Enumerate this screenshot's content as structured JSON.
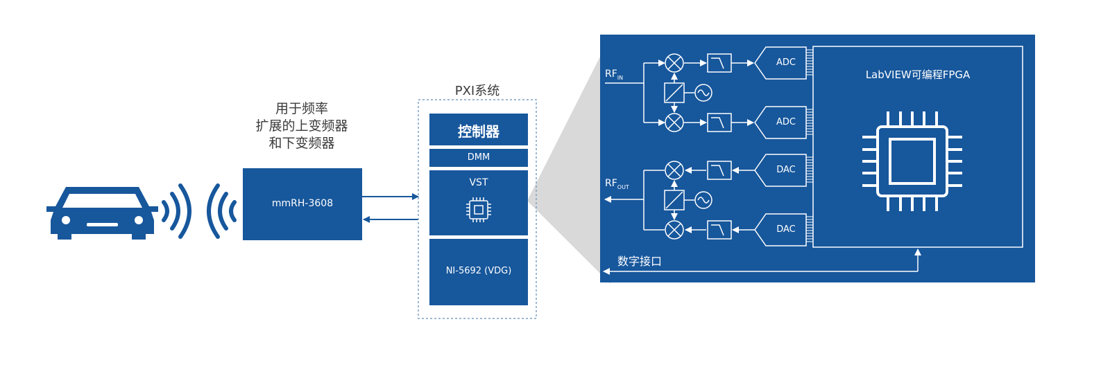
{
  "freq_ext_label": [
    "用于频率",
    "扩展的上变频器",
    "和下变频器"
  ],
  "mmrh_label": "mmRH-3608",
  "pxi": {
    "title": "PXI系统",
    "controller": "控制器",
    "dmm": "DMM",
    "vst": "VST",
    "vdg": "NI-5692 (VDG)"
  },
  "detail": {
    "rf_in": "RF",
    "rf_in_sub": "IN",
    "rf_out": "RF",
    "rf_out_sub": "OUT",
    "adc1": "ADC",
    "adc2": "ADC",
    "dac1": "DAC",
    "dac2": "DAC",
    "fpga": "LabVIEW可编程FPGA",
    "digital_interface": "数字接口"
  },
  "colors": {
    "brand_blue": "#17579c",
    "zoom_gray": "#d9d9d9",
    "text_gray": "#3a3a3a"
  }
}
